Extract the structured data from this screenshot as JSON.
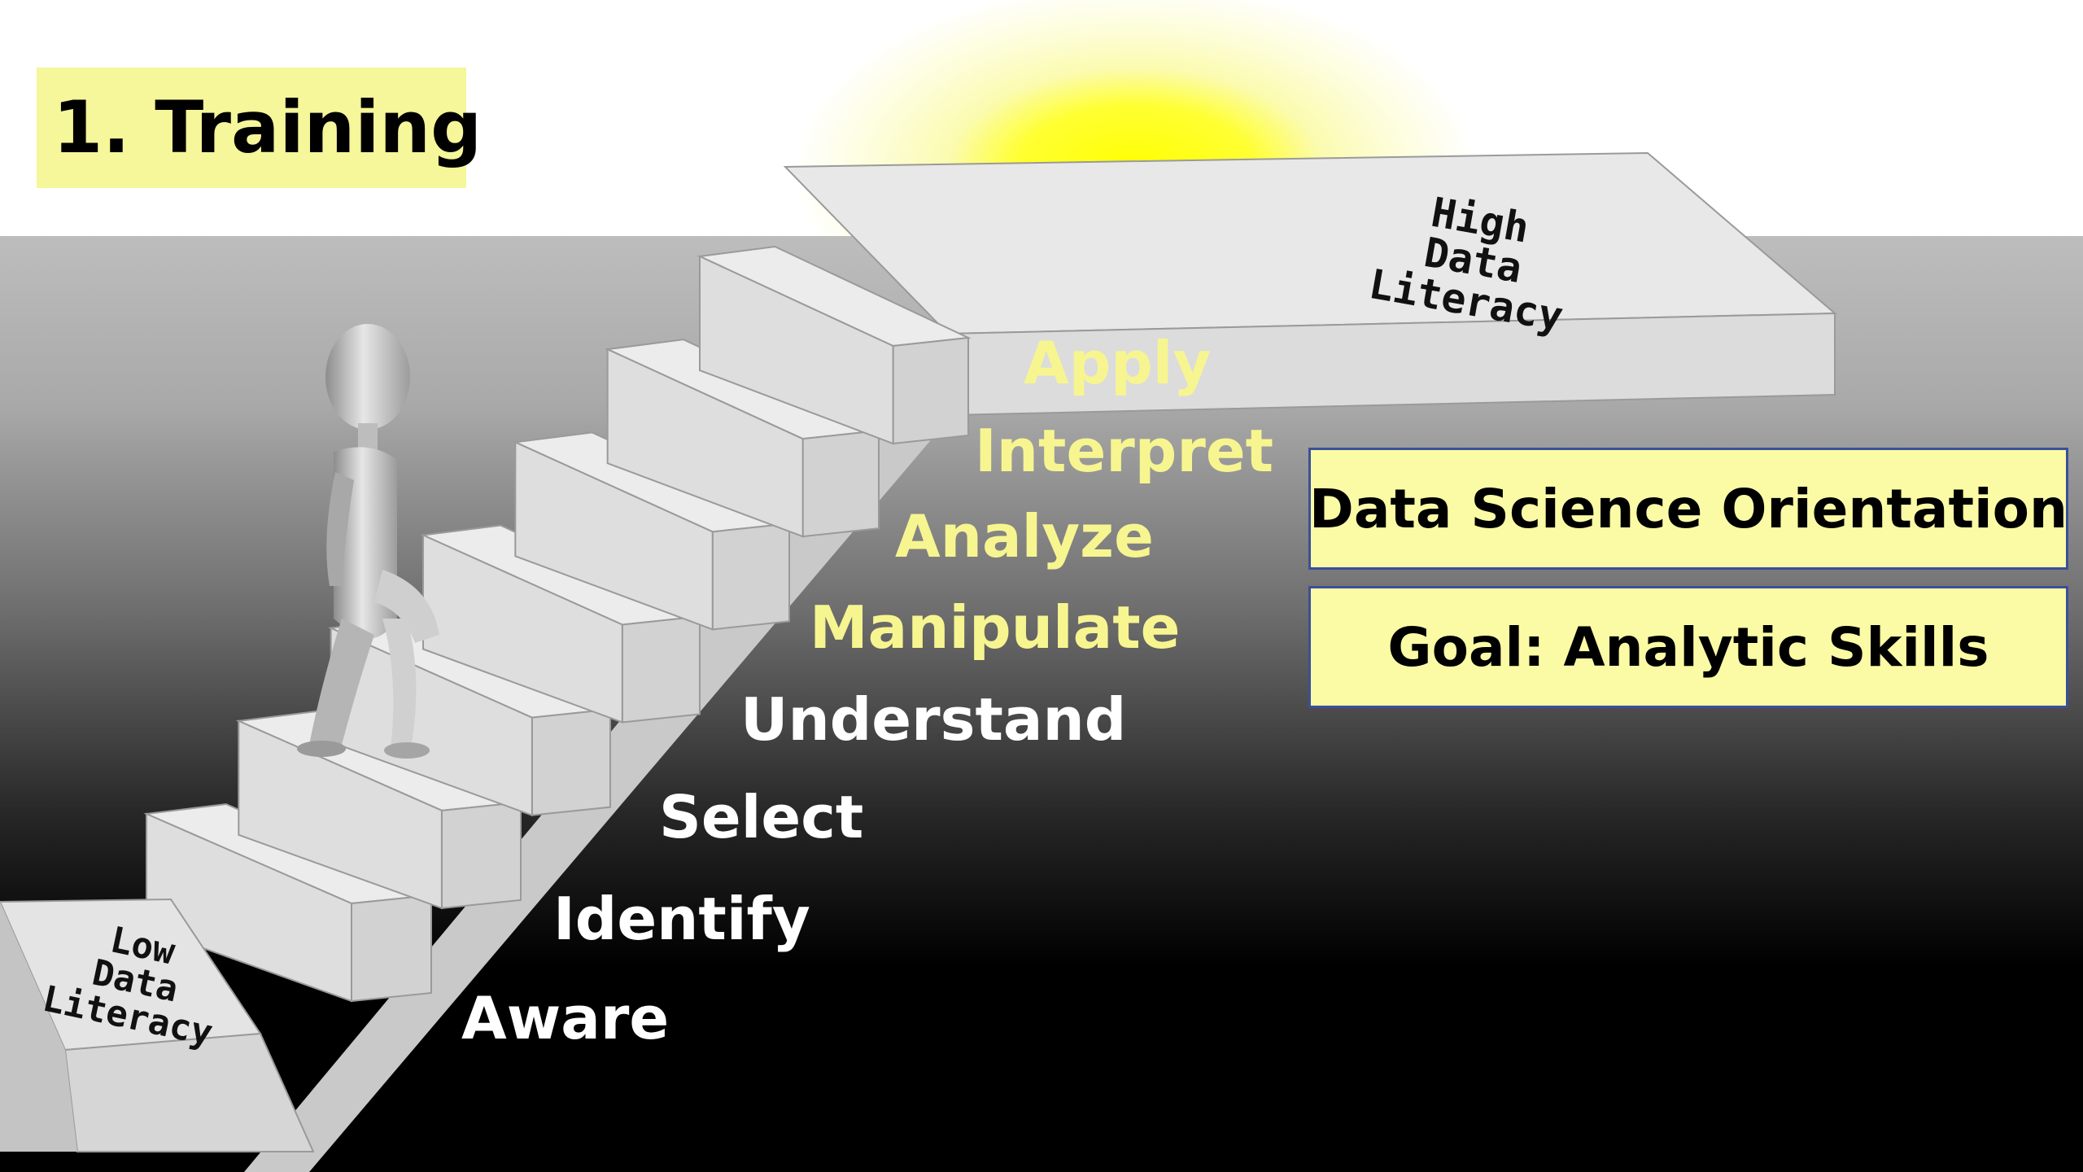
{
  "title": "1. Training",
  "start_label": {
    "line1": "Low",
    "line2": "Data",
    "line3": "Literacy"
  },
  "end_label": {
    "line1": "High",
    "line2": "Data",
    "line3": "Literacy"
  },
  "steps": [
    {
      "label": "Aware",
      "color": "#ffffff"
    },
    {
      "label": "Identify",
      "color": "#ffffff"
    },
    {
      "label": "Select",
      "color": "#ffffff"
    },
    {
      "label": "Understand",
      "color": "#ffffff"
    },
    {
      "label": "Manipulate",
      "color": "#f7f590"
    },
    {
      "label": "Analyze",
      "color": "#f7f590"
    },
    {
      "label": "Interpret",
      "color": "#f7f590"
    },
    {
      "label": "Apply",
      "color": "#f7f590"
    }
  ],
  "info_boxes": {
    "orientation": "Data Science Orientation",
    "goal": "Goal:  Analytic Skills"
  },
  "colors": {
    "highlight_yellow": "#f6f69a",
    "step_yellow": "#f7f590",
    "box_border": "#3b4f9a"
  }
}
